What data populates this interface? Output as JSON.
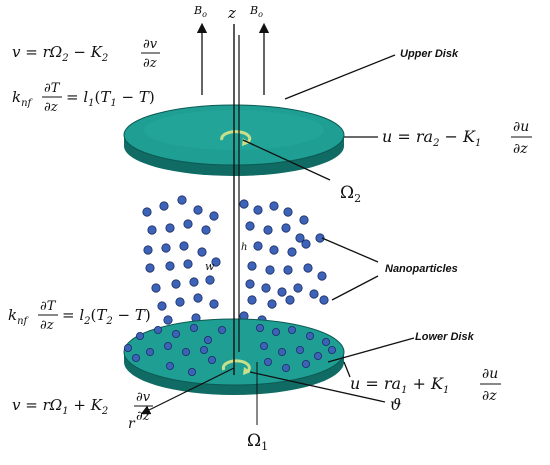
{
  "colors": {
    "disk_top": "#1f9e94",
    "disk_side": "#0f6b63",
    "particle": "#3d63b8",
    "particle_edge": "#1c2f66",
    "line": "#111111",
    "rotation_arrow": "#c8e08a"
  },
  "labels": {
    "upper_disk": "Upper Disk",
    "lower_disk": "Lower Disk",
    "nanoparticles": "Nanoparticles",
    "z_axis": "z",
    "field_left": "Bo",
    "field_right": "Bo",
    "gap_h": "h",
    "w_label": "w",
    "r_axis": "r",
    "theta": "ϑ",
    "omega2": "Ω2",
    "omega1": "Ω1"
  },
  "equations": {
    "upper_v": "v = rΩ2 − K2 ∂v/∂z",
    "upper_t": "knf ∂T/∂z = l1(T1 − T)",
    "upper_u": "u = ra2 − K1 ∂u/∂z",
    "lower_t": "knf ∂T/∂z = l2(T2 − T)",
    "lower_u": "u = ra1 + K1 ∂u/∂z",
    "lower_v": "v = rΩ1 + K2 ∂v/∂z"
  }
}
